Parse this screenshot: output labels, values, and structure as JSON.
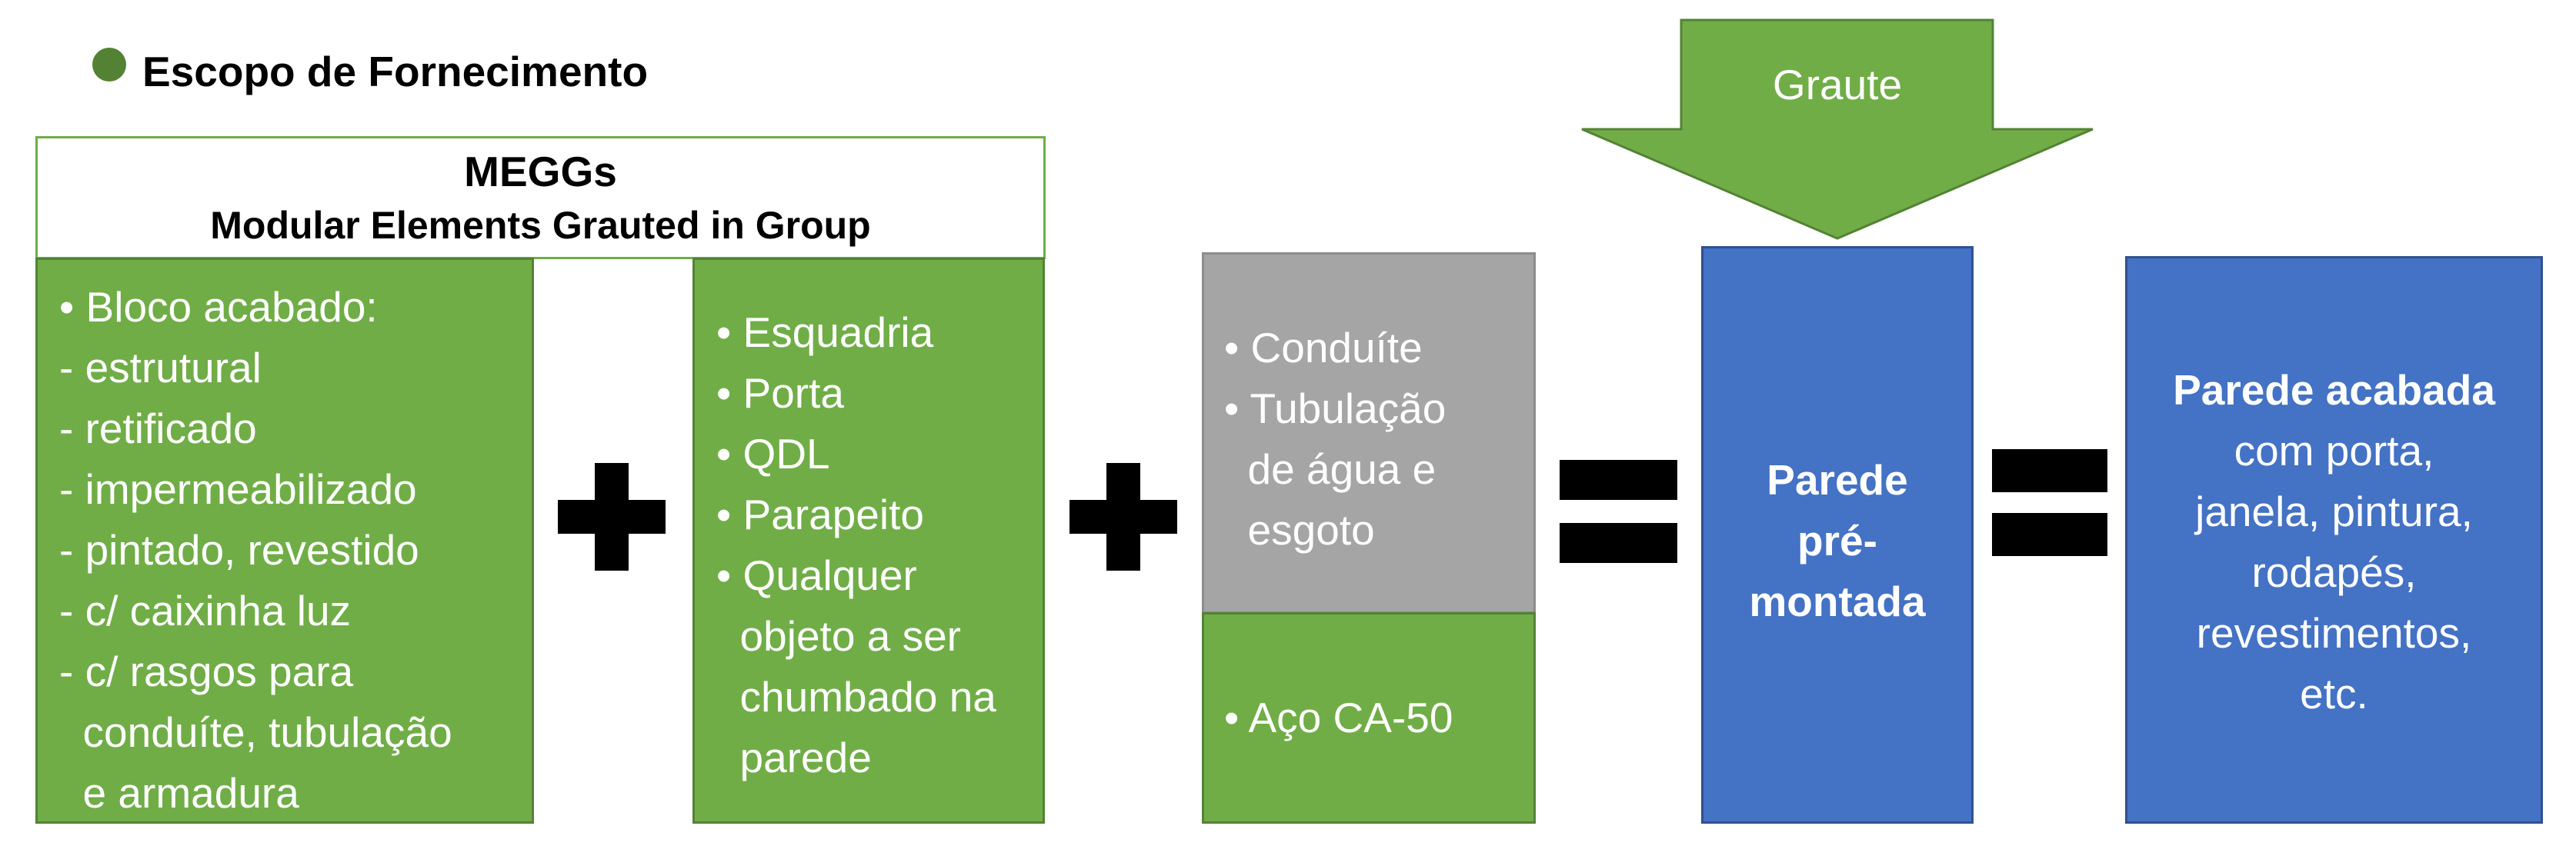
{
  "header": {
    "title": "Escopo de Fornecimento"
  },
  "meggs": {
    "title": "MEGGs",
    "subtitle": "Modular Elements Grauted in Group"
  },
  "box_bloco": {
    "lines": [
      "• Bloco acabado:",
      "- estrutural",
      "- retificado",
      "- impermeabilizado",
      "- pintado, revestido",
      "- c/ caixinha luz",
      "- c/ rasgos para",
      "  conduíte, tubulação",
      "  e armadura"
    ]
  },
  "box_esquadria": {
    "lines": [
      "• Esquadria",
      "• Porta",
      "• QDL",
      "• Parapeito",
      "• Qualquer",
      "  objeto a ser",
      "  chumbado na",
      "  parede"
    ]
  },
  "box_conduite": {
    "lines": [
      "• Conduíte",
      "• Tubulação",
      "  de água e",
      "  esgoto"
    ]
  },
  "box_aco": {
    "text": "• Aço CA-50"
  },
  "arrow_graute": {
    "label": "Graute"
  },
  "box_parede_pre": {
    "lines": [
      "Parede",
      "pré-",
      "montada"
    ]
  },
  "box_parede_acabada": {
    "title": "Parede acabada",
    "lines": [
      "com porta,",
      "janela, pintura,",
      "rodapés,",
      "revestimentos,",
      "etc."
    ]
  },
  "colors": {
    "green": "#70ad47",
    "grey": "#a5a5a5",
    "blue": "#4472c4",
    "dot": "#548235"
  }
}
